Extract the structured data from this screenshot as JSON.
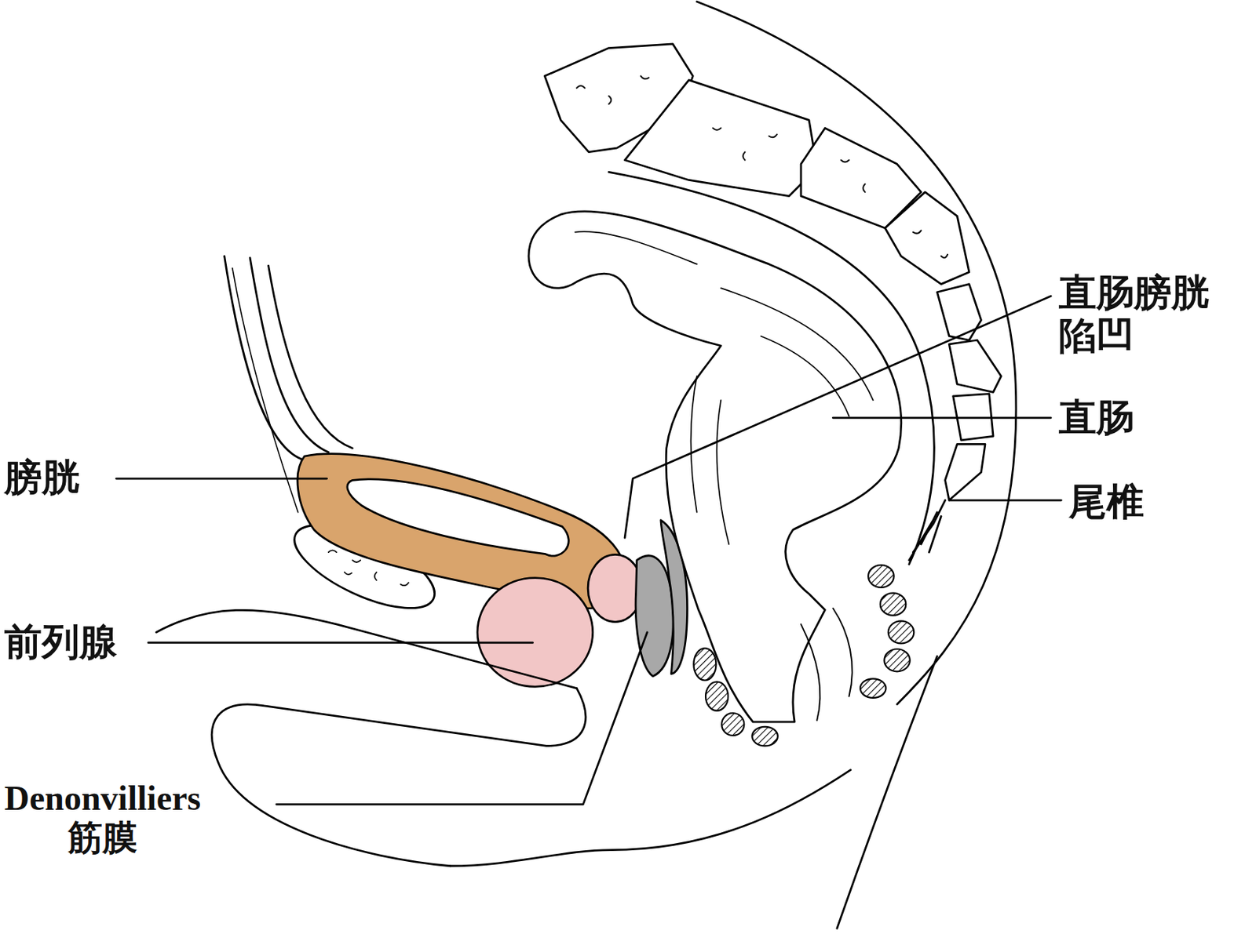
{
  "diagram": {
    "labels": [
      "膀胱",
      "前列腺",
      "Denonvilliers 筋膜",
      "直肠膀胱 陷凹",
      "直肠",
      "尾椎"
    ]
  }
}
